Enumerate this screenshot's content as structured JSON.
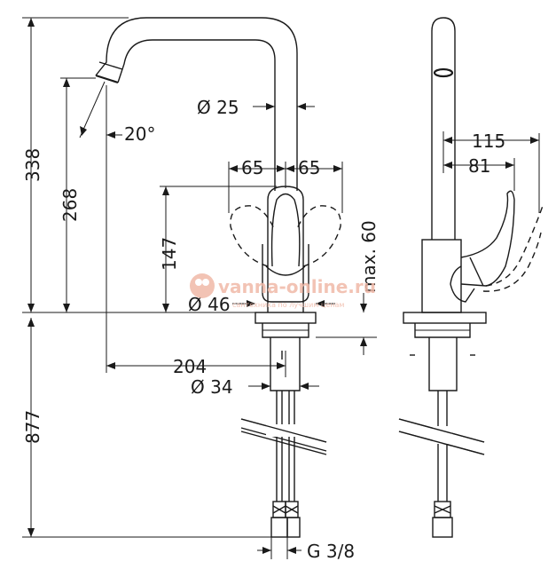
{
  "dimensions": {
    "height_total": "338",
    "height_spout": "268",
    "spout_angle": "20°",
    "spout_diameter": "Ø 25",
    "handle_left_swing": "65",
    "handle_right_swing": "65",
    "handle_height": "147",
    "base_diameter": "Ø 46",
    "max_thickness": "max. 60",
    "reach": "204",
    "shank_diameter": "Ø 34",
    "below_height": "877",
    "connection": "G 3/8",
    "side_reach": "115",
    "side_handle": "81"
  },
  "watermark": {
    "main": "vanna-online.ru",
    "sub": "сантехника по лучшим ценам"
  },
  "colors": {
    "line": "#1a1a1a",
    "watermark": "#f0b9a8"
  }
}
